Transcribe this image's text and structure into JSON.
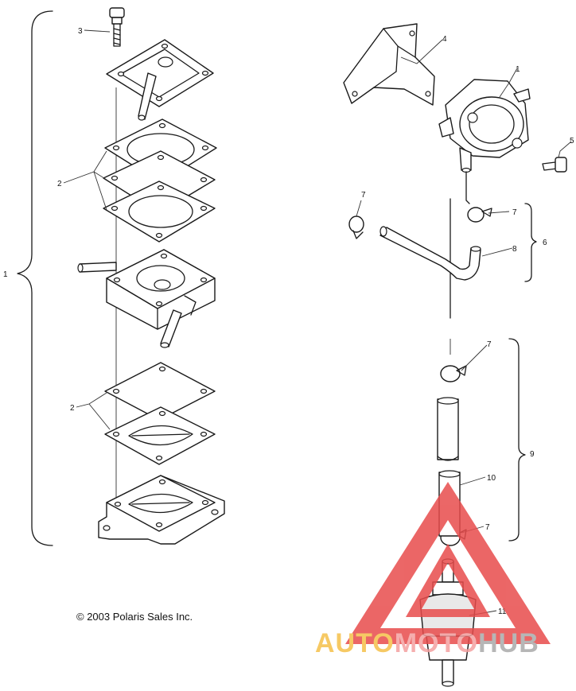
{
  "callouts": [
    "1",
    "2",
    "3",
    "4",
    "5",
    "6",
    "7",
    "8",
    "9",
    "10",
    "11"
  ],
  "copyright": "© 2003 Polaris Sales Inc.",
  "watermark": {
    "part_a": "AUTO",
    "part_b": "MOTO",
    "part_c": "HUB",
    "color_a": "#f5c04a",
    "color_b": "#f4a0a0",
    "color_c": "#aaaaaa",
    "triangle_color": "#e84c4c"
  }
}
